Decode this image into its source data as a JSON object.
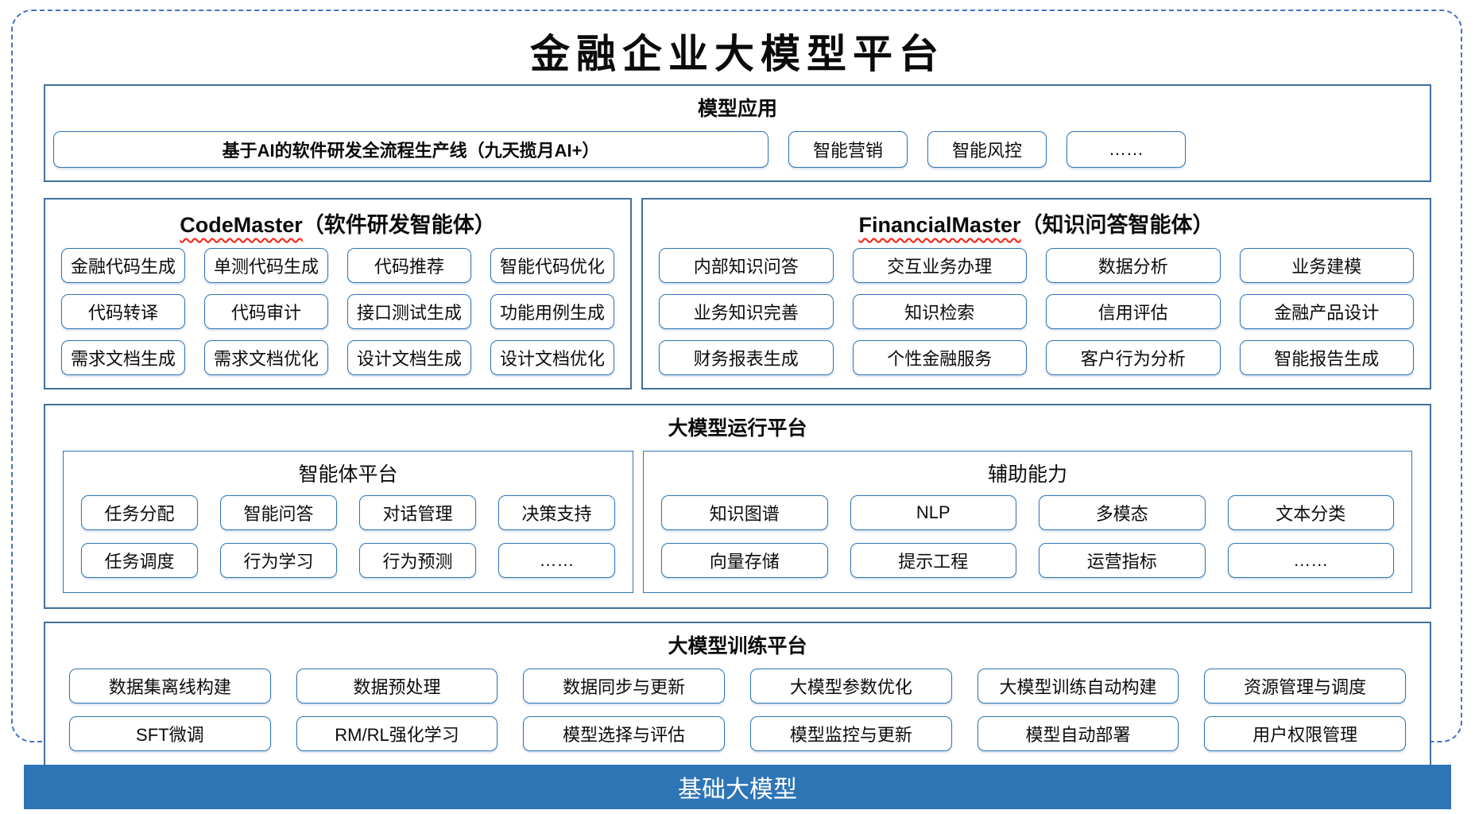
{
  "title": "金融企业大模型平台",
  "colors": {
    "dashed_border": "#4472C4",
    "section_border": "#41719C",
    "item_border": "#2E75B6",
    "banner_bg": "#2E75B6",
    "squiggle_red": "#FF1A0A"
  },
  "model_app": {
    "header": "模型应用",
    "main_item": "基于AI的软件研发全流程生产线（九天揽月AI+）",
    "items": [
      "智能营销",
      "智能风控",
      "……"
    ]
  },
  "code_master": {
    "header_en": "CodeMaster",
    "header_zh": "（软件研发智能体）",
    "items": [
      "金融代码生成",
      "单测代码生成",
      "代码推荐",
      "智能代码优化",
      "代码转译",
      "代码审计",
      "接口测试生成",
      "功能用例生成",
      "需求文档生成",
      "需求文档优化",
      "设计文档生成",
      "设计文档优化"
    ]
  },
  "financial_master": {
    "header_en": "FinancialMaster",
    "header_zh": "（知识问答智能体）",
    "items": [
      "内部知识问答",
      "交互业务办理",
      "数据分析",
      "业务建模",
      "业务知识完善",
      "知识检索",
      "信用评估",
      "金融产品设计",
      "财务报表生成",
      "个性金融服务",
      "客户行为分析",
      "智能报告生成"
    ]
  },
  "runtime_platform": {
    "header": "大模型运行平台",
    "agent_platform": {
      "header": "智能体平台",
      "items": [
        "任务分配",
        "智能问答",
        "对话管理",
        "决策支持",
        "任务调度",
        "行为学习",
        "行为预测",
        "……"
      ]
    },
    "auxiliary": {
      "header": "辅助能力",
      "items": [
        "知识图谱",
        "NLP",
        "多模态",
        "文本分类",
        "向量存储",
        "提示工程",
        "运营指标",
        "……"
      ]
    }
  },
  "training_platform": {
    "header": "大模型训练平台",
    "items": [
      "数据集离线构建",
      "数据预处理",
      "数据同步与更新",
      "大模型参数优化",
      "大模型训练自动构建",
      "资源管理与调度",
      "SFT微调",
      "RM/RL强化学习",
      "模型选择与评估",
      "模型监控与更新",
      "模型自动部署",
      "用户权限管理"
    ]
  },
  "foundation": {
    "label": "基础大模型"
  }
}
